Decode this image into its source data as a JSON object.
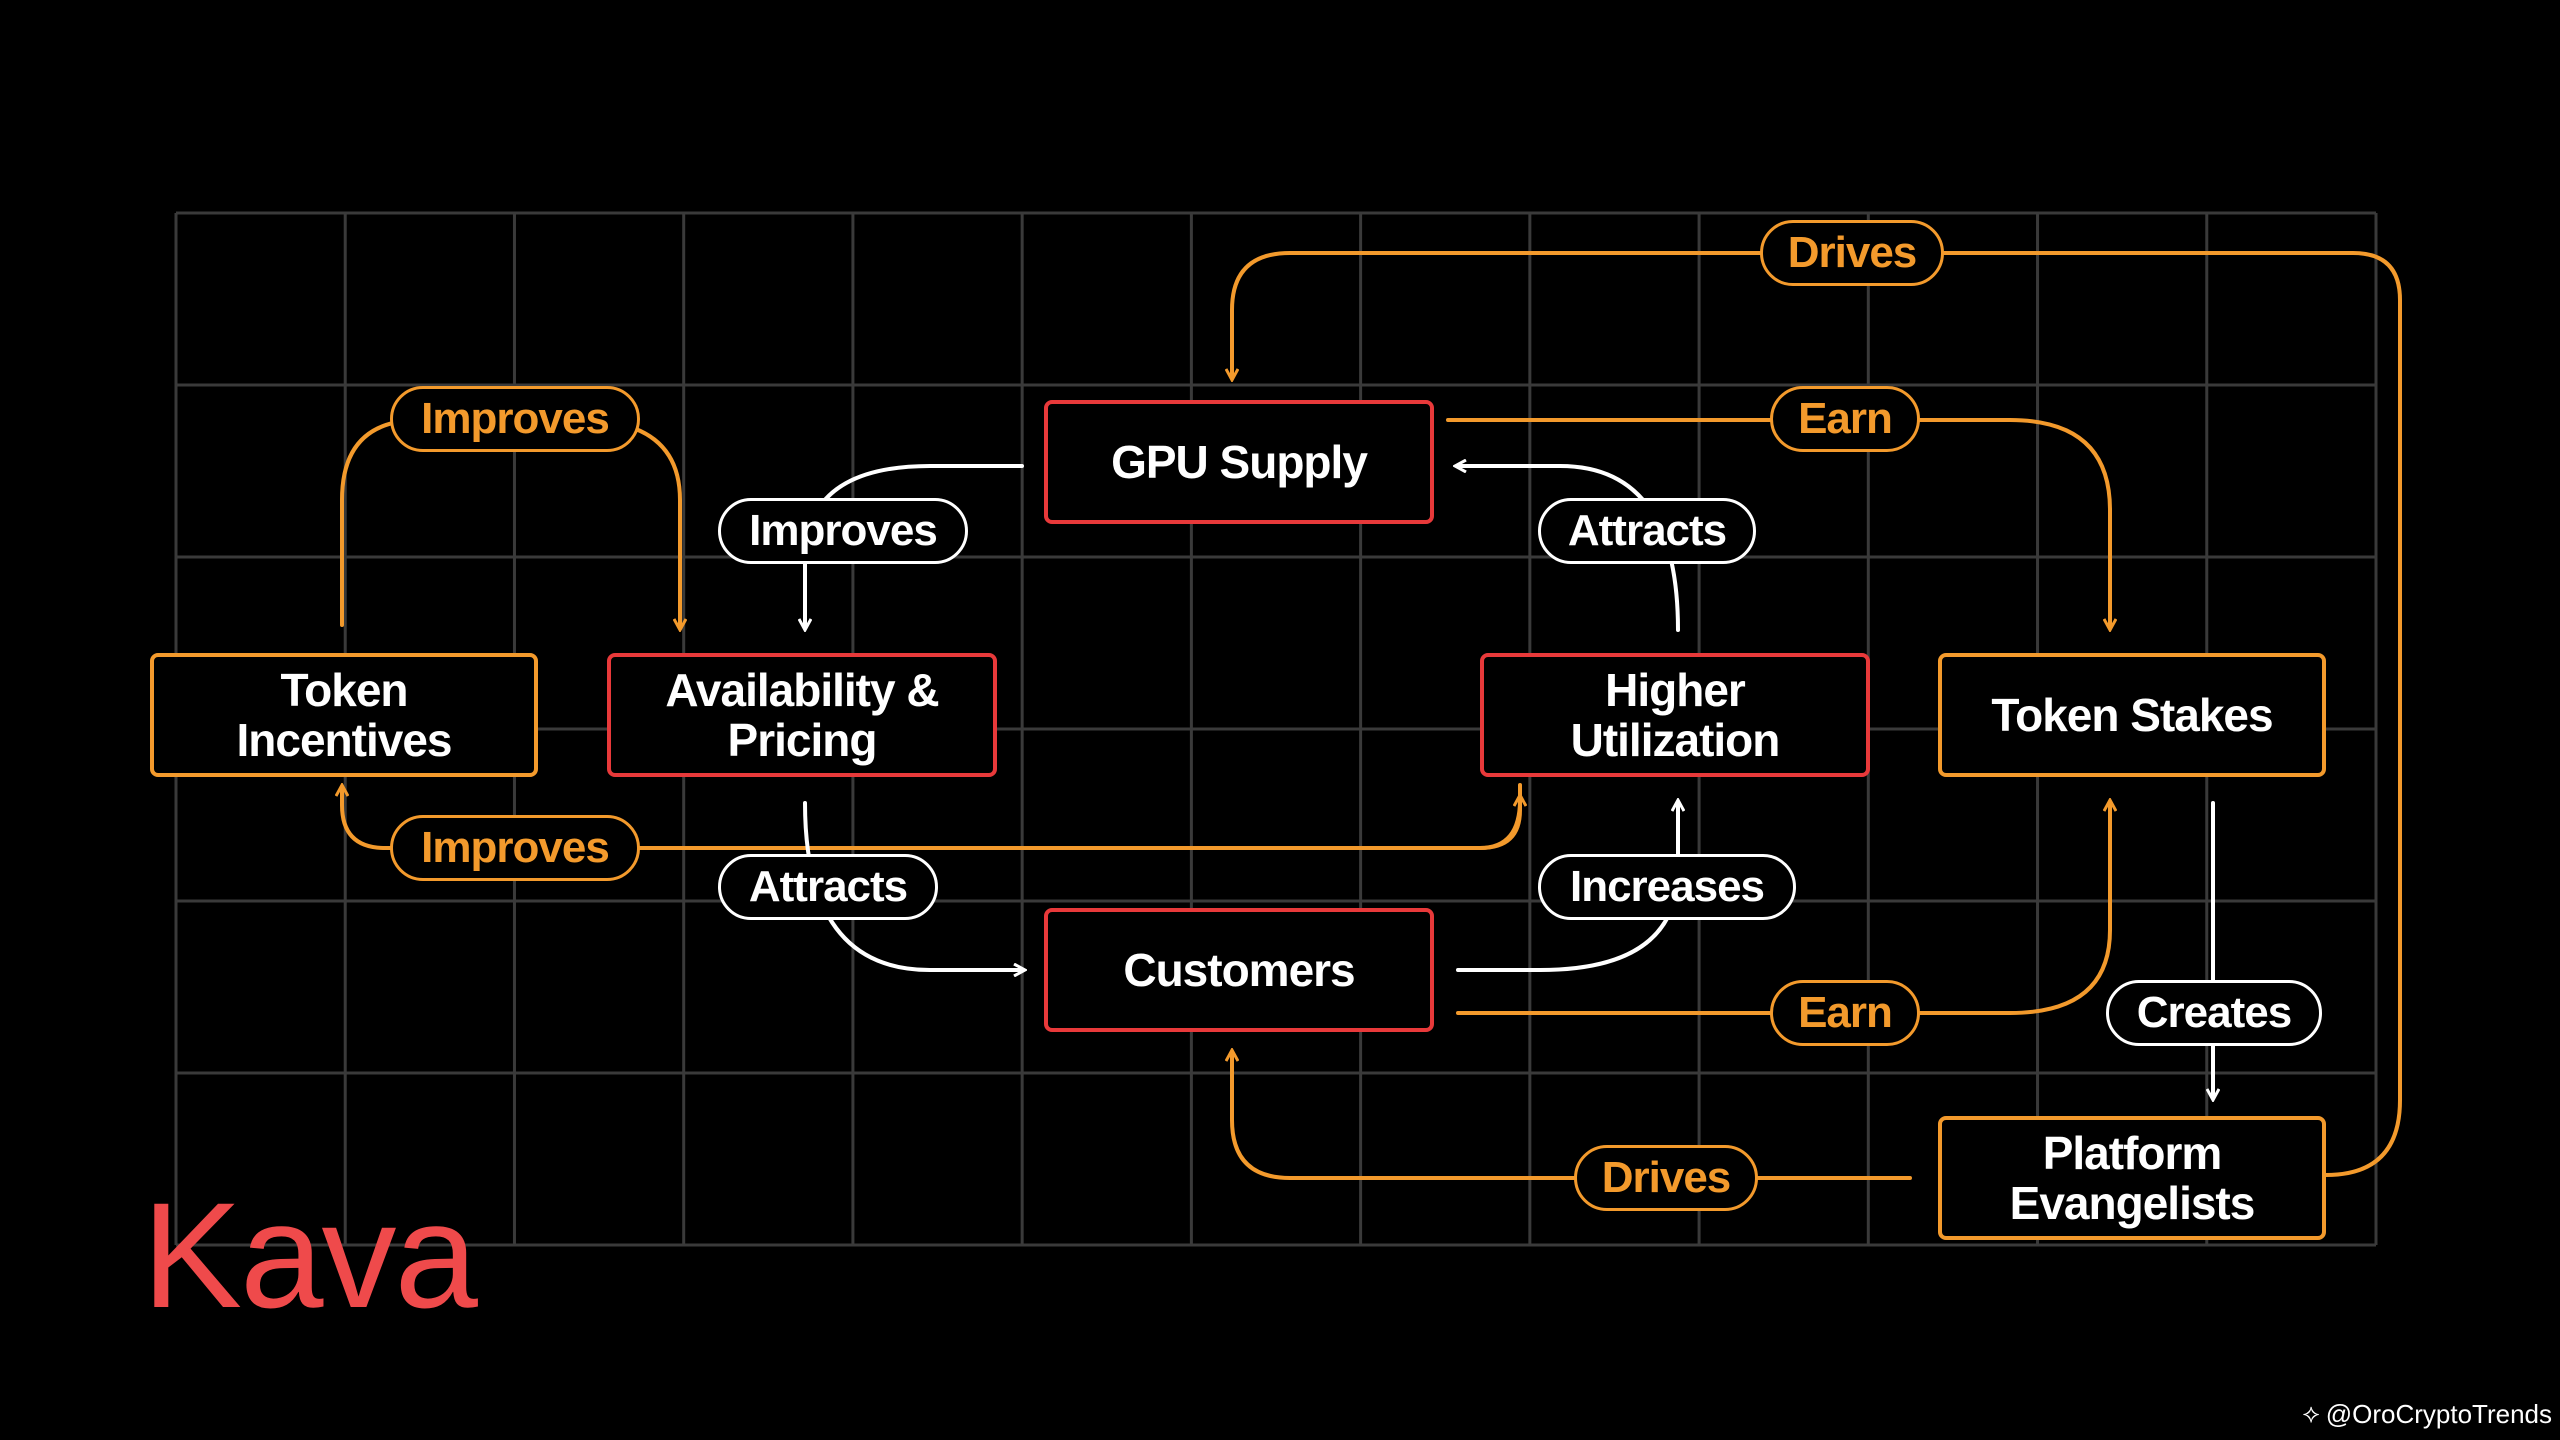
{
  "colors": {
    "background": "#000000",
    "grid": "#3a3a3a",
    "orange": "#f39a2c",
    "red": "#e8393a",
    "white": "#ffffff",
    "brand": "#ef4a4b"
  },
  "nodes": {
    "gpu_supply": "GPU Supply",
    "token_incentives": [
      "Token",
      "Incentives"
    ],
    "availability_pricing": [
      "Availability &",
      "Pricing"
    ],
    "higher_utilization": [
      "Higher",
      "Utilization"
    ],
    "token_stakes": "Token Stakes",
    "customers": "Customers",
    "platform_evangelists": [
      "Platform",
      "Evangelists"
    ]
  },
  "edges": {
    "drives_top": "Drives",
    "earn_top": "Earn",
    "improves_top_left": "Improves",
    "improves_gpu": "Improves",
    "attracts_top": "Attracts",
    "improves_bottom_left": "Improves",
    "attracts_bottom": "Attracts",
    "increases": "Increases",
    "earn_bottom": "Earn",
    "creates": "Creates",
    "drives_bottom": "Drives"
  },
  "brand": "Kava",
  "credit": {
    "icon": "binance-diamond-icon",
    "text": "@OroCryptoTrends"
  }
}
